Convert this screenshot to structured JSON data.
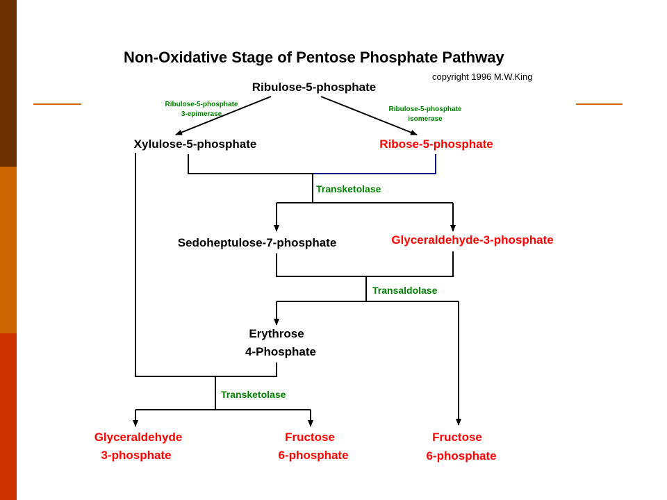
{
  "slide": {
    "accent_colors": [
      "#6b3100",
      "#cc6600",
      "#cc3300"
    ]
  },
  "diagram": {
    "title": "Non-Oxidative Stage of Pentose Phosphate Pathway",
    "copyright": "copyright 1996 M.W.King",
    "nodes": {
      "ribulose_5p": "Ribulose-5-phosphate",
      "xylulose_5p": "Xylulose-5-phosphate",
      "ribose_5p": "Ribose-5-phosphate",
      "sedoheptulose_7p": "Sedoheptulose-7-phosphate",
      "glyceraldehyde_3p": "Glyceraldehyde-3-phosphate",
      "erythrose_4p": [
        "Erythrose",
        "4-Phosphate"
      ],
      "glyceraldehyde_3p_final": [
        "Glyceraldehyde",
        "3-phosphate"
      ],
      "fructose_6p_1": [
        "Fructose",
        "6-phosphate"
      ],
      "fructose_6p_2": [
        "Fructose",
        "6-phosphate"
      ]
    },
    "enzymes": {
      "epimerase": [
        "Ribulose-5-phosphate",
        "3-epimerase"
      ],
      "isomerase": [
        "Ribulose-5-phosphate",
        "isomerase"
      ],
      "transketolase_1": "Transketolase",
      "transaldolase": "Transaldolase",
      "transketolase_2": "Transketolase"
    },
    "colors": {
      "metabolite": "#000000",
      "product": "#ff0000",
      "enzyme": "#008000",
      "connector": "#000080"
    }
  }
}
